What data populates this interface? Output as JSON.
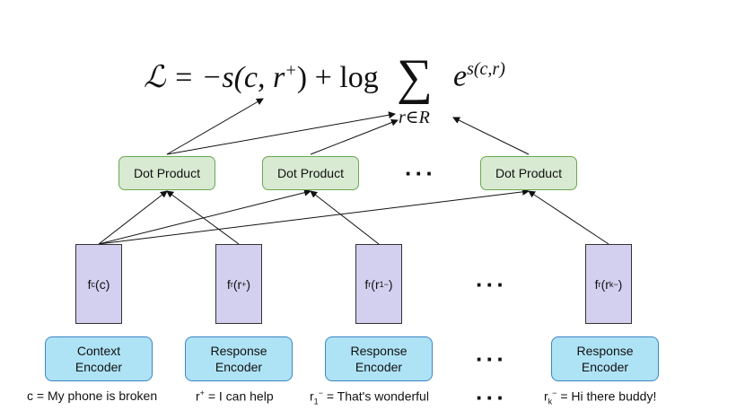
{
  "formula": {
    "lhs": "ℒ = −s(c, r",
    "lhs_sup": "+",
    "lhs_close": ") + log",
    "sum": "∑",
    "sum_sub": "r∈R",
    "exp_base": "e",
    "exp_sup": "s(c,r)"
  },
  "dot_products": [
    "Dot Product",
    "Dot Product",
    "Dot Product"
  ],
  "dot_ellipsis": "···",
  "features": {
    "context": {
      "f": "f",
      "sub": "c",
      "arg": "(c)"
    },
    "positive": {
      "f": "f",
      "sub": "r",
      "arg": "(r",
      "sup": "+",
      "close": ")"
    },
    "neg1": {
      "f": "f",
      "sub": "r",
      "arg": "(r",
      "sub2": "1",
      "sup": "−",
      "close": ")"
    },
    "negk": {
      "f": "f",
      "sub": "r",
      "arg": "(r",
      "sub2": "k",
      "sup": "−",
      "close": ")"
    }
  },
  "feature_ellipsis": "···",
  "encoders": {
    "context": [
      "Context",
      "Encoder"
    ],
    "response1": [
      "Response",
      "Encoder"
    ],
    "response2": [
      "Response",
      "Encoder"
    ],
    "response3": [
      "Response",
      "Encoder"
    ]
  },
  "encoder_ellipsis": "···",
  "captions": {
    "c": "c = My phone is broken",
    "rplus_pre": "r",
    "rplus_sup": "+",
    "rplus_text": " = I can help",
    "r1_pre": "r",
    "r1_sub": "1",
    "r1_sup": "−",
    "r1_text": " = That's wonderful",
    "rk_pre": "r",
    "rk_sub": "k",
    "rk_sup": "−",
    "rk_text": " = Hi there buddy!"
  },
  "caption_ellipsis": "···",
  "colors": {
    "dot_fill": "#d9ead3",
    "dot_stroke": "#6aa84f",
    "feature_fill": "#d3cfef",
    "encoder_fill": "#aee3f5",
    "encoder_stroke": "#3d85c6"
  }
}
